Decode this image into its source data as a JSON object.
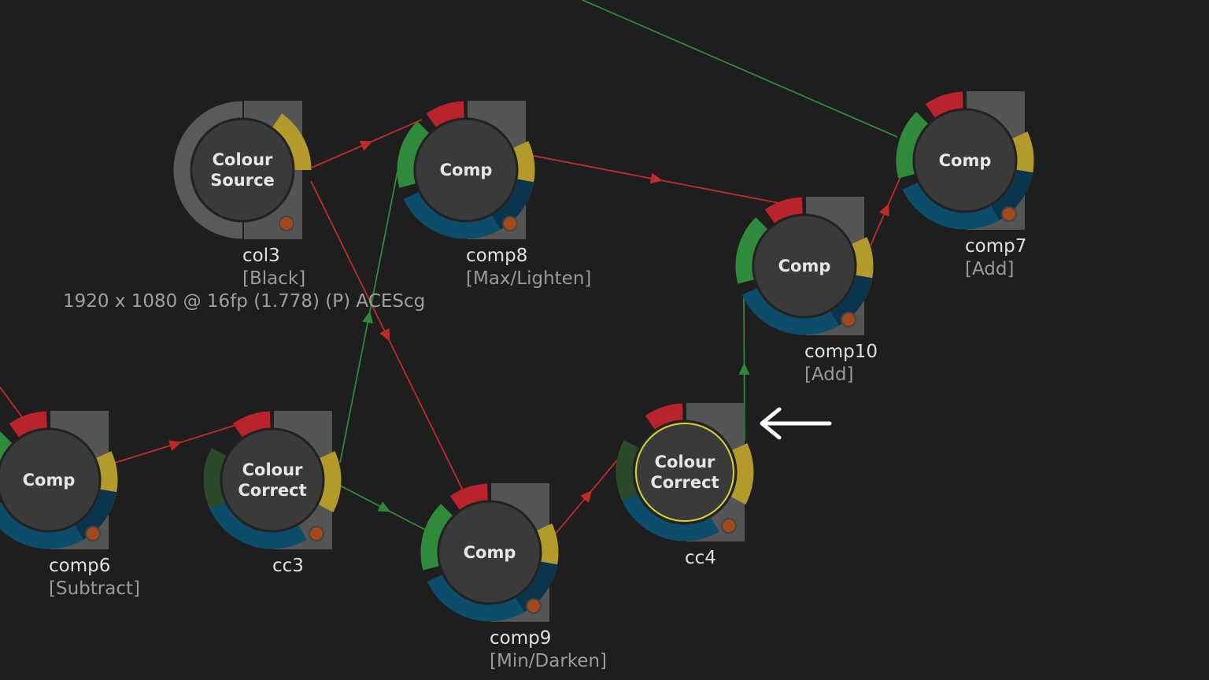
{
  "colors": {
    "background": "#1e1e1e",
    "input_a_red": "#b9242c",
    "input_b_green": "#2f8a3c",
    "mask_blue": "#0c4d6c",
    "output_yellow": "#b39a2a",
    "link_red": "#c22a2a",
    "link_green": "#2f8a3c",
    "selected_outline": "#d8d030",
    "bypass_dot": "#a24a1e"
  },
  "format_label": "1920 x 1080 @ 16fp (1.778) (P) ACEScg",
  "nodes": [
    {
      "id": "col3",
      "title": [
        "Colour",
        "Source"
      ],
      "name": "col3",
      "sub": "[Black]",
      "type": "source"
    },
    {
      "id": "comp8",
      "title": [
        "Comp"
      ],
      "name": "comp8",
      "sub": "[Max/Lighten]",
      "type": "comp"
    },
    {
      "id": "comp7",
      "title": [
        "Comp"
      ],
      "name": "comp7",
      "sub": "[Add]",
      "type": "comp"
    },
    {
      "id": "comp10",
      "title": [
        "Comp"
      ],
      "name": "comp10",
      "sub": "[Add]",
      "type": "comp"
    },
    {
      "id": "comp6",
      "title": [
        "Comp"
      ],
      "name": "comp6",
      "sub": "[Subtract]",
      "type": "comp"
    },
    {
      "id": "cc3",
      "title": [
        "Colour",
        "Correct"
      ],
      "name": "cc3",
      "sub": "",
      "type": "cc"
    },
    {
      "id": "comp9",
      "title": [
        "Comp"
      ],
      "name": "comp9",
      "sub": "[Min/Darken]",
      "type": "comp"
    },
    {
      "id": "cc4",
      "title": [
        "Colour",
        "Correct"
      ],
      "name": "cc4",
      "sub": "",
      "type": "cc",
      "selected": true
    }
  ],
  "links": [
    {
      "from": "col3",
      "to": "comp8",
      "color": "red"
    },
    {
      "from": "col3",
      "to": "comp9",
      "color": "red"
    },
    {
      "from": "comp8",
      "to": "comp10",
      "color": "red"
    },
    {
      "from": "comp10",
      "to": "comp7",
      "color": "red"
    },
    {
      "from": "comp6",
      "to": "cc3",
      "color": "red"
    },
    {
      "from": "cc3",
      "to": "comp8",
      "color": "green"
    },
    {
      "from": "cc3",
      "to": "comp9",
      "color": "green"
    },
    {
      "from": "comp9",
      "to": "cc4",
      "color": "red"
    },
    {
      "from": "cc4",
      "to": "comp10",
      "color": "green"
    },
    {
      "from": "offscreen-top",
      "to": "comp7",
      "color": "green"
    },
    {
      "from": "offscreen-left",
      "to": "comp6",
      "color": "red"
    }
  ],
  "annotation": {
    "pointer": "arrow-left",
    "target": "cc4"
  }
}
